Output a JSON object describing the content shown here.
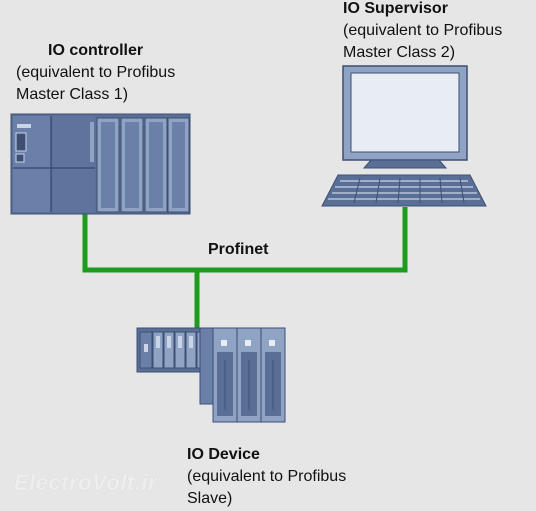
{
  "controller": {
    "title": "IO controller",
    "line1": "(equivalent to Profibus",
    "line2": "Master Class 1)"
  },
  "supervisor": {
    "title": "IO Supervisor",
    "line1": "(equivalent to Profibus",
    "line2": "Master Class 2)"
  },
  "device": {
    "title": "IO Device",
    "line1": "(equivalent to Profibus",
    "line2": "Slave)"
  },
  "network": {
    "label": "Profinet",
    "cable_color": "#1e9a1e"
  },
  "colors": {
    "background": "#e6e6e6",
    "hardware_fill": "#5a6f95",
    "hardware_light": "#8fa3c4",
    "hardware_dark": "#3d4f74"
  },
  "watermark": "ElectroVolt.ir"
}
